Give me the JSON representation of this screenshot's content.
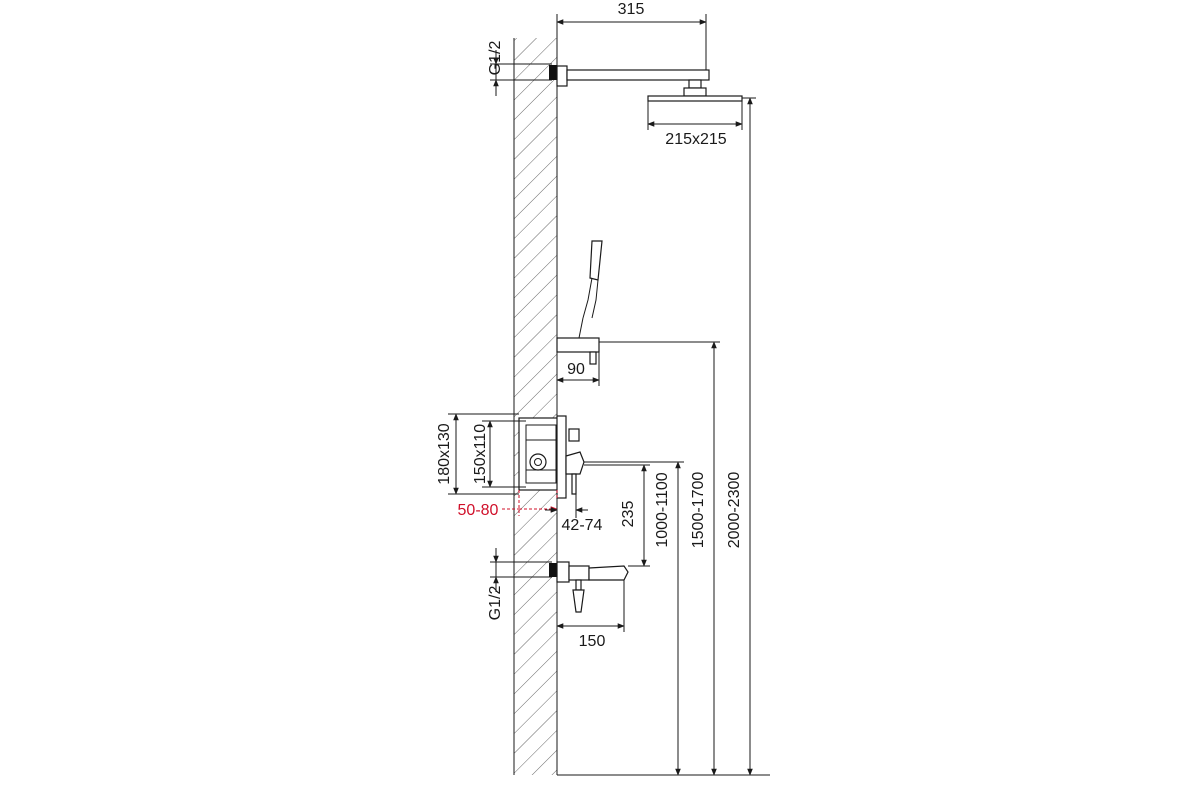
{
  "colors": {
    "line": "#1a1a1a",
    "hatch": "#555555",
    "highlight": "#d0102a",
    "background": "#ffffff"
  },
  "dimensions": {
    "head_arm_length": "315",
    "inlet_top": "G1/2",
    "head_size": "215x215",
    "holder_width": "90",
    "box_outer": "180x130",
    "box_inner": "150x110",
    "box_depth": "50-80",
    "valve_offset": "42-74",
    "valve_to_spout": "235",
    "valve_height": "1000-1100",
    "holder_height": "1500-1700",
    "head_height": "2000-2300",
    "inlet_bottom": "G1/2",
    "spout_length": "150"
  }
}
